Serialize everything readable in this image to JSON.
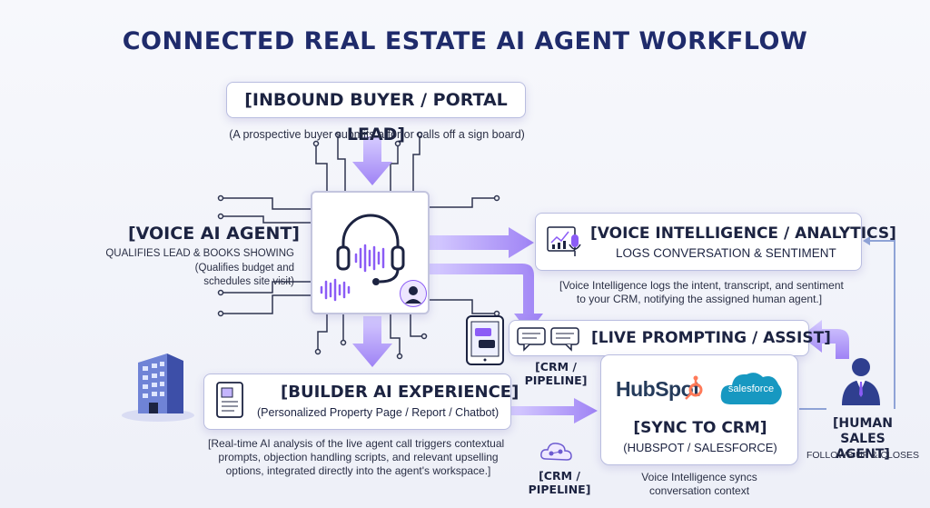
{
  "title": "CONNECTED REAL ESTATE AI AGENT WORKFLOW",
  "inbound": {
    "title": "[INBOUND BUYER / PORTAL LEAD]",
    "caption": "(A prospective buyer submits a for or calls off a sign board)"
  },
  "voice_agent": {
    "title": "[VOICE AI AGENT]",
    "line1": "QUALIFIES LEAD & BOOKS SHOWING",
    "line2": "(Qualifies budget and",
    "line3": "schedules site visit)"
  },
  "voice_intel": {
    "title": "[VOICE INTELLIGENCE / ANALYTICS]",
    "subtitle": "LOGS CONVERSATION & SENTIMENT",
    "note_line1": "[Voice Intelligence logs the intent, transcript, and sentiment",
    "note_line2": "to your CRM, notifying the assigned human agent.]"
  },
  "live_prompting": {
    "title": "[LIVE PROMPTING / ASSIST]"
  },
  "crm_pipeline_1": {
    "line1": "[CRM /",
    "line2": "PIPELINE]"
  },
  "crm_pipeline_2": {
    "line1": "[CRM /",
    "line2": "PIPELINE]"
  },
  "builder": {
    "title": "[BUILDER AI EXPERIENCE]",
    "subtitle": "(Personalized Property Page / Report / Chatbot)",
    "note_line1": "[Real-time AI analysis of the live agent call triggers contextual",
    "note_line2": "prompts, objection handling scripts, and relevant upselling",
    "note_line3": "options, integrated directly into the agent's workspace.]"
  },
  "crm_sync": {
    "hubspot": "HubSpot",
    "salesforce": "salesforce",
    "title": "[SYNC TO CRM]",
    "subtitle": "(HUBSPOT / SALESFORCE)",
    "note_line1": "Voice Intelligence syncs",
    "note_line2": "conversation context"
  },
  "human_agent": {
    "line1": "[HUMAN",
    "line2": "SALES AGENT]",
    "line3": "FOLLOWS UP & CLOSES"
  },
  "colors": {
    "accent": "#8b5cf6",
    "arrow": "#a78bfa",
    "navy": "#1f2b6b",
    "hubspot": "#ff7a59",
    "salesforce": "#1798c1"
  },
  "icons": [
    "headset-icon",
    "avatar-icon",
    "chart-icon",
    "microphone-icon",
    "tablet-chat-icon",
    "chat-bubble-icon",
    "document-icon",
    "building-icon",
    "person-icon",
    "cloud-network-icon"
  ]
}
